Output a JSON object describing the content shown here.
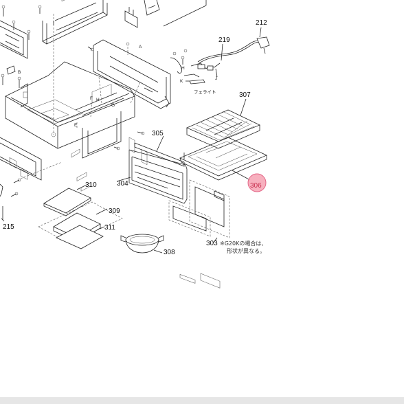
{
  "labels": {
    "p212": "212",
    "p219": "219",
    "p307": "307",
    "p305": "305",
    "p306": "306",
    "p304": "304",
    "p310": "310",
    "p309": "309",
    "p311": "311",
    "p308": "308",
    "p303": "303",
    "p215": "215",
    "a": "A",
    "b": "B",
    "e": "E",
    "f": "F",
    "g": "G",
    "h": "H",
    "h2": "H",
    "j": "J",
    "k": "K",
    "ferrite": "フェライト"
  },
  "note": {
    "line1": "※G20Kの場合は、",
    "line2": "形状が異なる。"
  },
  "highlight": {
    "color": "#f7a8b8",
    "text_color": "#c8304f"
  }
}
